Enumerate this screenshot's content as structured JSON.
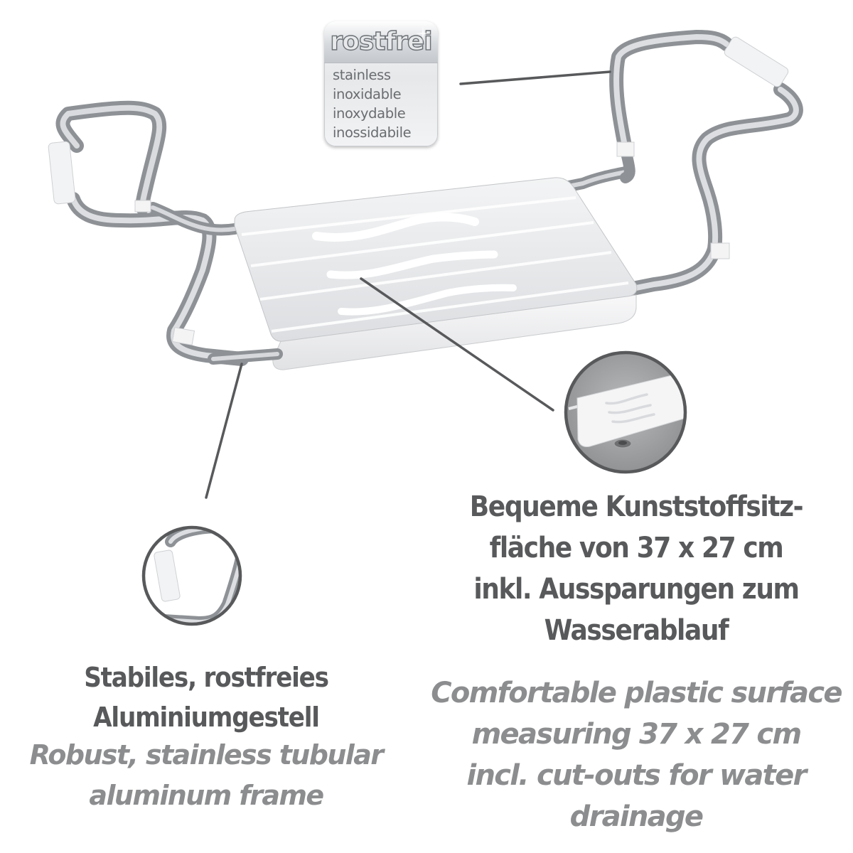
{
  "badge": {
    "title": "rostfrei",
    "translations": [
      "stainless",
      "inoxidable",
      "inoxydable",
      "inossidabile"
    ]
  },
  "left_callout": {
    "german": [
      "Stabiles, rostfreies",
      "Aluminiumgestell"
    ],
    "english": [
      "Robust, stainless tubular",
      "aluminum frame"
    ]
  },
  "right_callout": {
    "german": [
      "Bequeme Kunststoffsitz-",
      "fläche von 37 x 27 cm",
      "inkl. Aussparungen zum",
      "Wasserablauf"
    ],
    "english": [
      "Comfortable plastic surface",
      "measuring 37 x 27 cm",
      "incl. cut-outs for water",
      "drainage"
    ]
  },
  "product": {
    "seat_dimensions": "37 x 27 cm",
    "frame_material": "aluminium",
    "seat_material": "plastic"
  },
  "colors": {
    "text_dark": "#58595b",
    "text_light": "#8c8d8f",
    "leader_line": "#555555",
    "tube": "#b4b7bb",
    "seat": "#e9eaec"
  }
}
